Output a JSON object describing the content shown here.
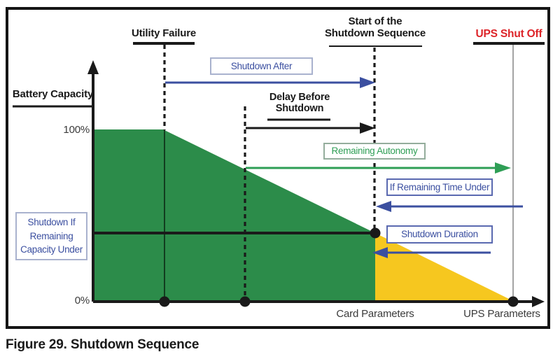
{
  "figure": {
    "caption": "Figure 29. Shutdown Sequence"
  },
  "axis": {
    "y_label": "Battery Capacity",
    "y_tick_top": "100%",
    "y_tick_bottom": "0%",
    "x_label_card": "Card Parameters",
    "x_label_ups": "UPS Parameters"
  },
  "events": {
    "utility_failure": "Utility Failure",
    "shutdown_start": {
      "line1": "Start of the",
      "line2": "Shutdown Sequence"
    },
    "ups_shut_off": "UPS Shut Off"
  },
  "annotations": {
    "shutdown_after": "Shutdown After",
    "delay_before_shutdown": {
      "line1": "Delay Before",
      "line2": "Shutdown"
    },
    "remaining_autonomy": "Remaining Autonomy",
    "if_remaining_time_under": "If Remaining Time Under",
    "shutdown_duration": "Shutdown Duration",
    "shutdown_if_remaining_capacity_under": {
      "line1": "Shutdown If",
      "line2": "Remaining",
      "line3": "Capacity Under"
    }
  },
  "colors": {
    "green_fill": "#2C8C4A",
    "yellow_fill": "#F6C71F",
    "blue": "#3B4FA0",
    "green_text": "#2E9E55",
    "red": "#DD2429",
    "black": "#1A1A1A",
    "gray_line": "#8D8D8D",
    "box_border_light": "#A9B2CE",
    "box_border_blue": "#5A69B0",
    "box_border_green": "#94AD9C"
  }
}
